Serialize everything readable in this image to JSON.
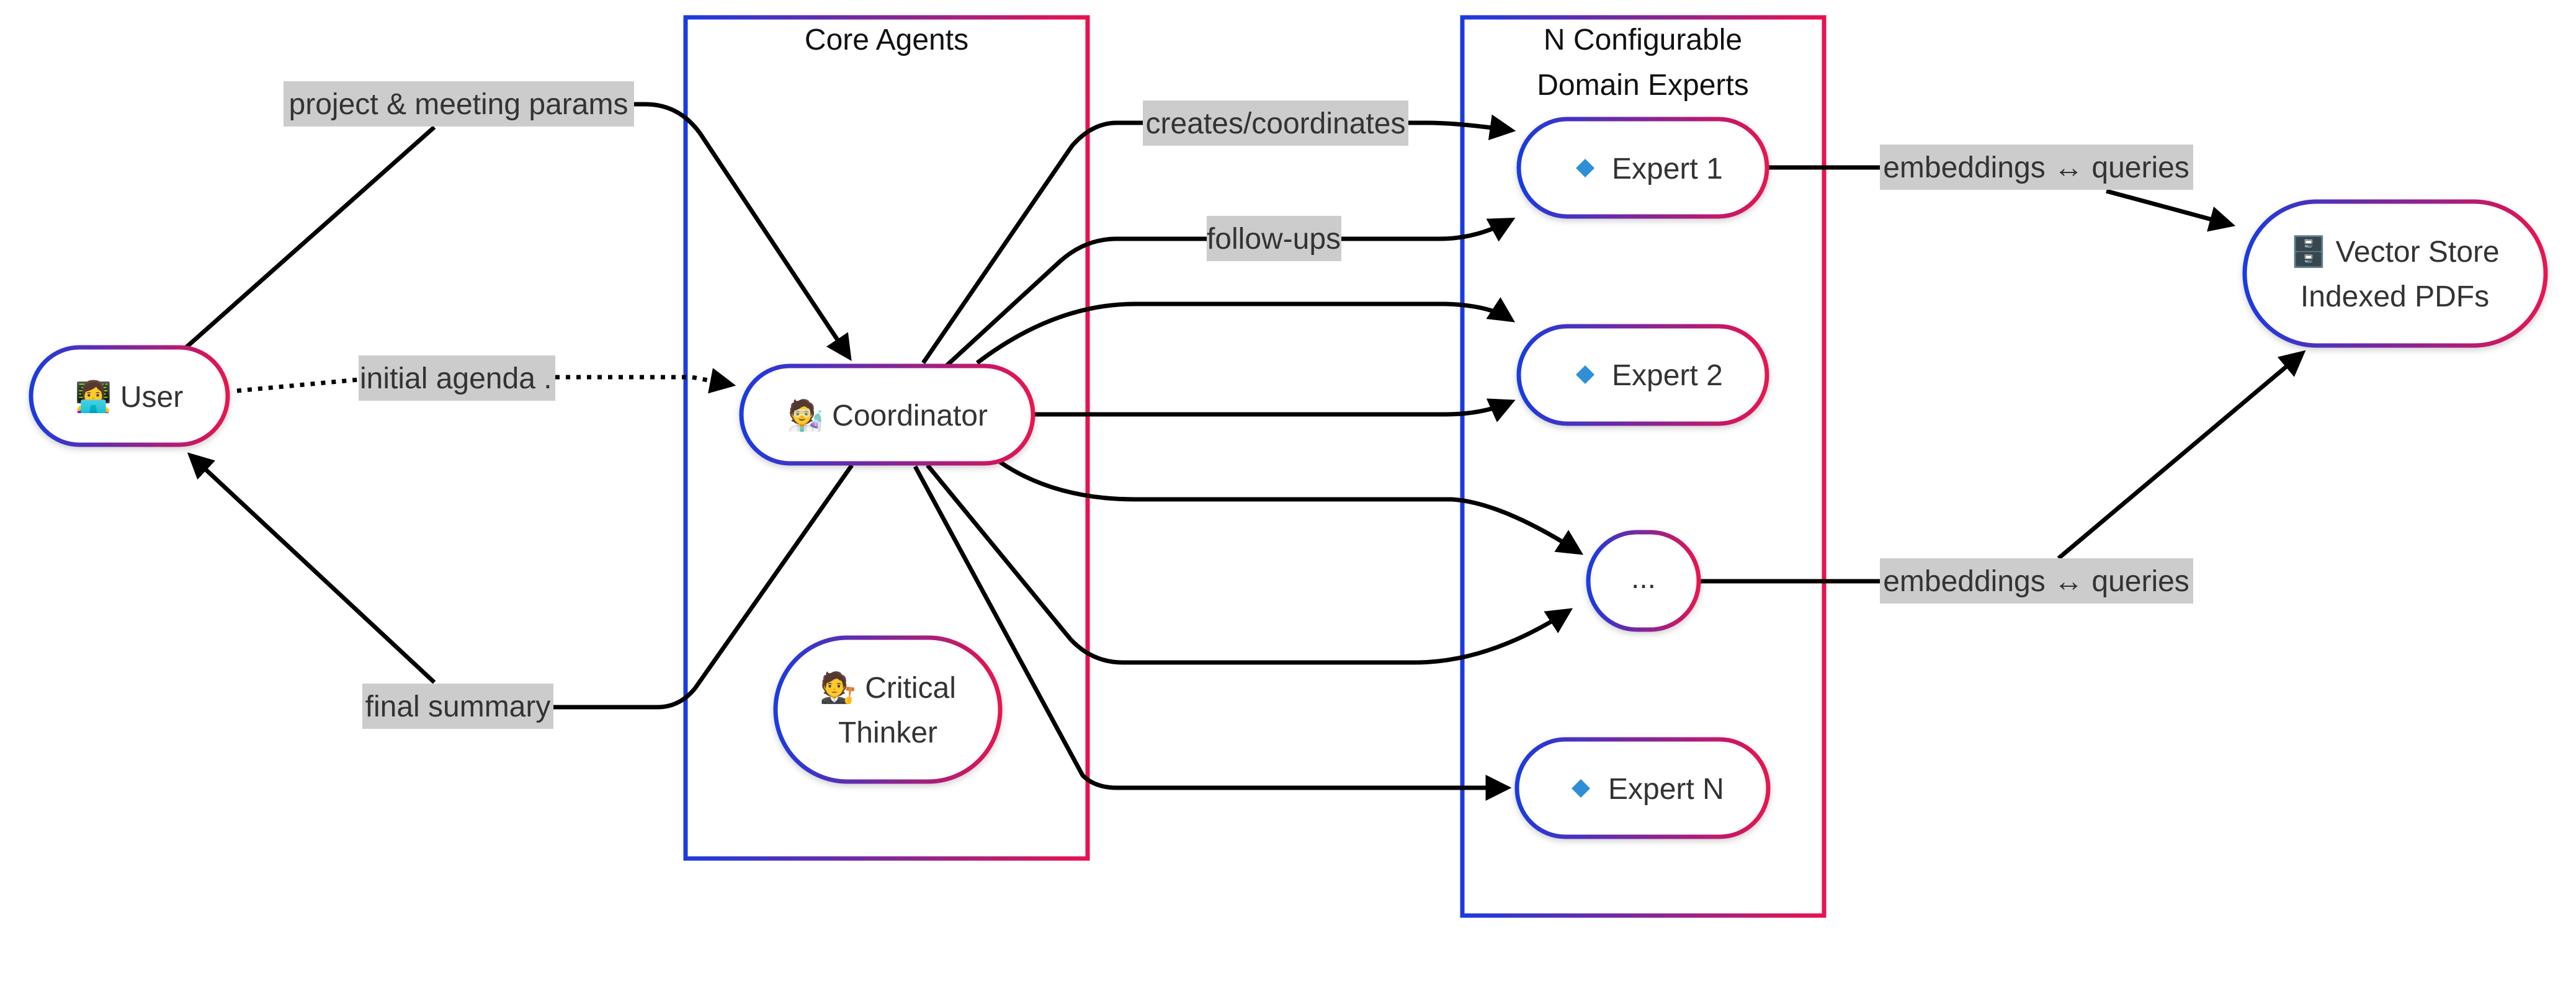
{
  "groups": {
    "core": {
      "title": "Core Agents"
    },
    "experts": {
      "title_line1": "N Configurable",
      "title_line2": "Domain Experts"
    }
  },
  "nodes": {
    "user": {
      "icon": "person-at-computer-icon",
      "label": "👩‍💻 User"
    },
    "coordinator": {
      "icon": "person-scientist-icon",
      "label": "🧑‍🔬 Coordinator"
    },
    "critical_thinker": {
      "icon": "person-judge-icon",
      "label_line1": "🧑‍⚖️ Critical",
      "label_line2": "Thinker"
    },
    "expert1": {
      "icon": "blue-diamond-icon",
      "label": "Expert 1"
    },
    "expert2": {
      "icon": "blue-diamond-icon",
      "label": "Expert 2"
    },
    "ellipsis": {
      "label": "..."
    },
    "expertN": {
      "icon": "blue-diamond-icon",
      "label": "Expert N"
    },
    "vector_store": {
      "icon": "file-cabinet-icon",
      "label_line1": "🗄️ Vector Store",
      "label_line2": "Indexed PDFs"
    }
  },
  "edges": {
    "project_params": "project & meeting params",
    "initial_agenda": "initial agenda .",
    "final_summary": "final summary",
    "creates": "creates/coordinates",
    "followups": "follow-ups",
    "embeddings_top": "embeddings ↔ queries",
    "embeddings_bottom": "embeddings ↔ queries"
  },
  "colors": {
    "gradient_start": "#1a3be0",
    "gradient_end": "#e8124f",
    "label_bg": "#cccccc",
    "edge": "#000000"
  }
}
